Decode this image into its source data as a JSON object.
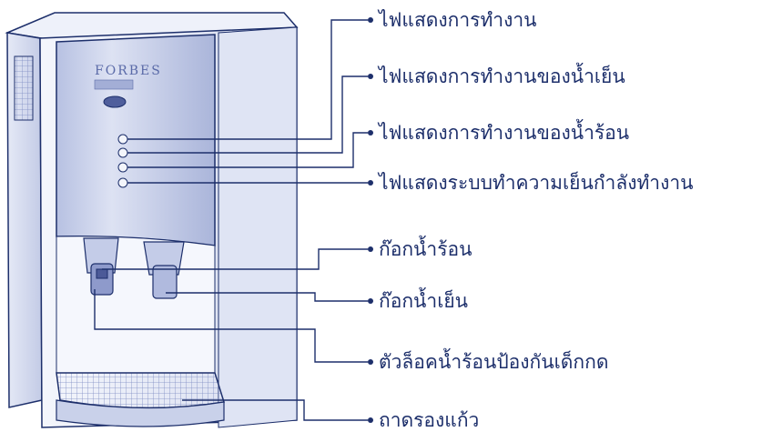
{
  "brand": {
    "logo_text": "FORBES",
    "logo_subtext": ""
  },
  "callouts": [
    {
      "id": "power-indicator",
      "text": "ไฟแสดงการทำงาน"
    },
    {
      "id": "cold-indicator",
      "text": "ไฟแสดงการทำงานของน้ำเย็น"
    },
    {
      "id": "hot-indicator",
      "text": "ไฟแสดงการทำงานของน้ำร้อน"
    },
    {
      "id": "cooling-indicator",
      "text": "ไฟแสดงระบบทำความเย็นกำลังทำงาน"
    },
    {
      "id": "hot-tap",
      "text": "ก๊อกน้ำร้อน"
    },
    {
      "id": "cold-tap",
      "text": "ก๊อกน้ำเย็น"
    },
    {
      "id": "child-lock",
      "text": "ตัวล็อคน้ำร้อนป้องกันเด็กกด"
    },
    {
      "id": "drip-tray",
      "text": "ถาดรองแก้ว"
    }
  ],
  "colors": {
    "ink": "#1d2f6b",
    "body_fill": "#e8ecf8",
    "panel_fill": "#c9d1ea",
    "shadow_fill": "#aeb9dc"
  }
}
